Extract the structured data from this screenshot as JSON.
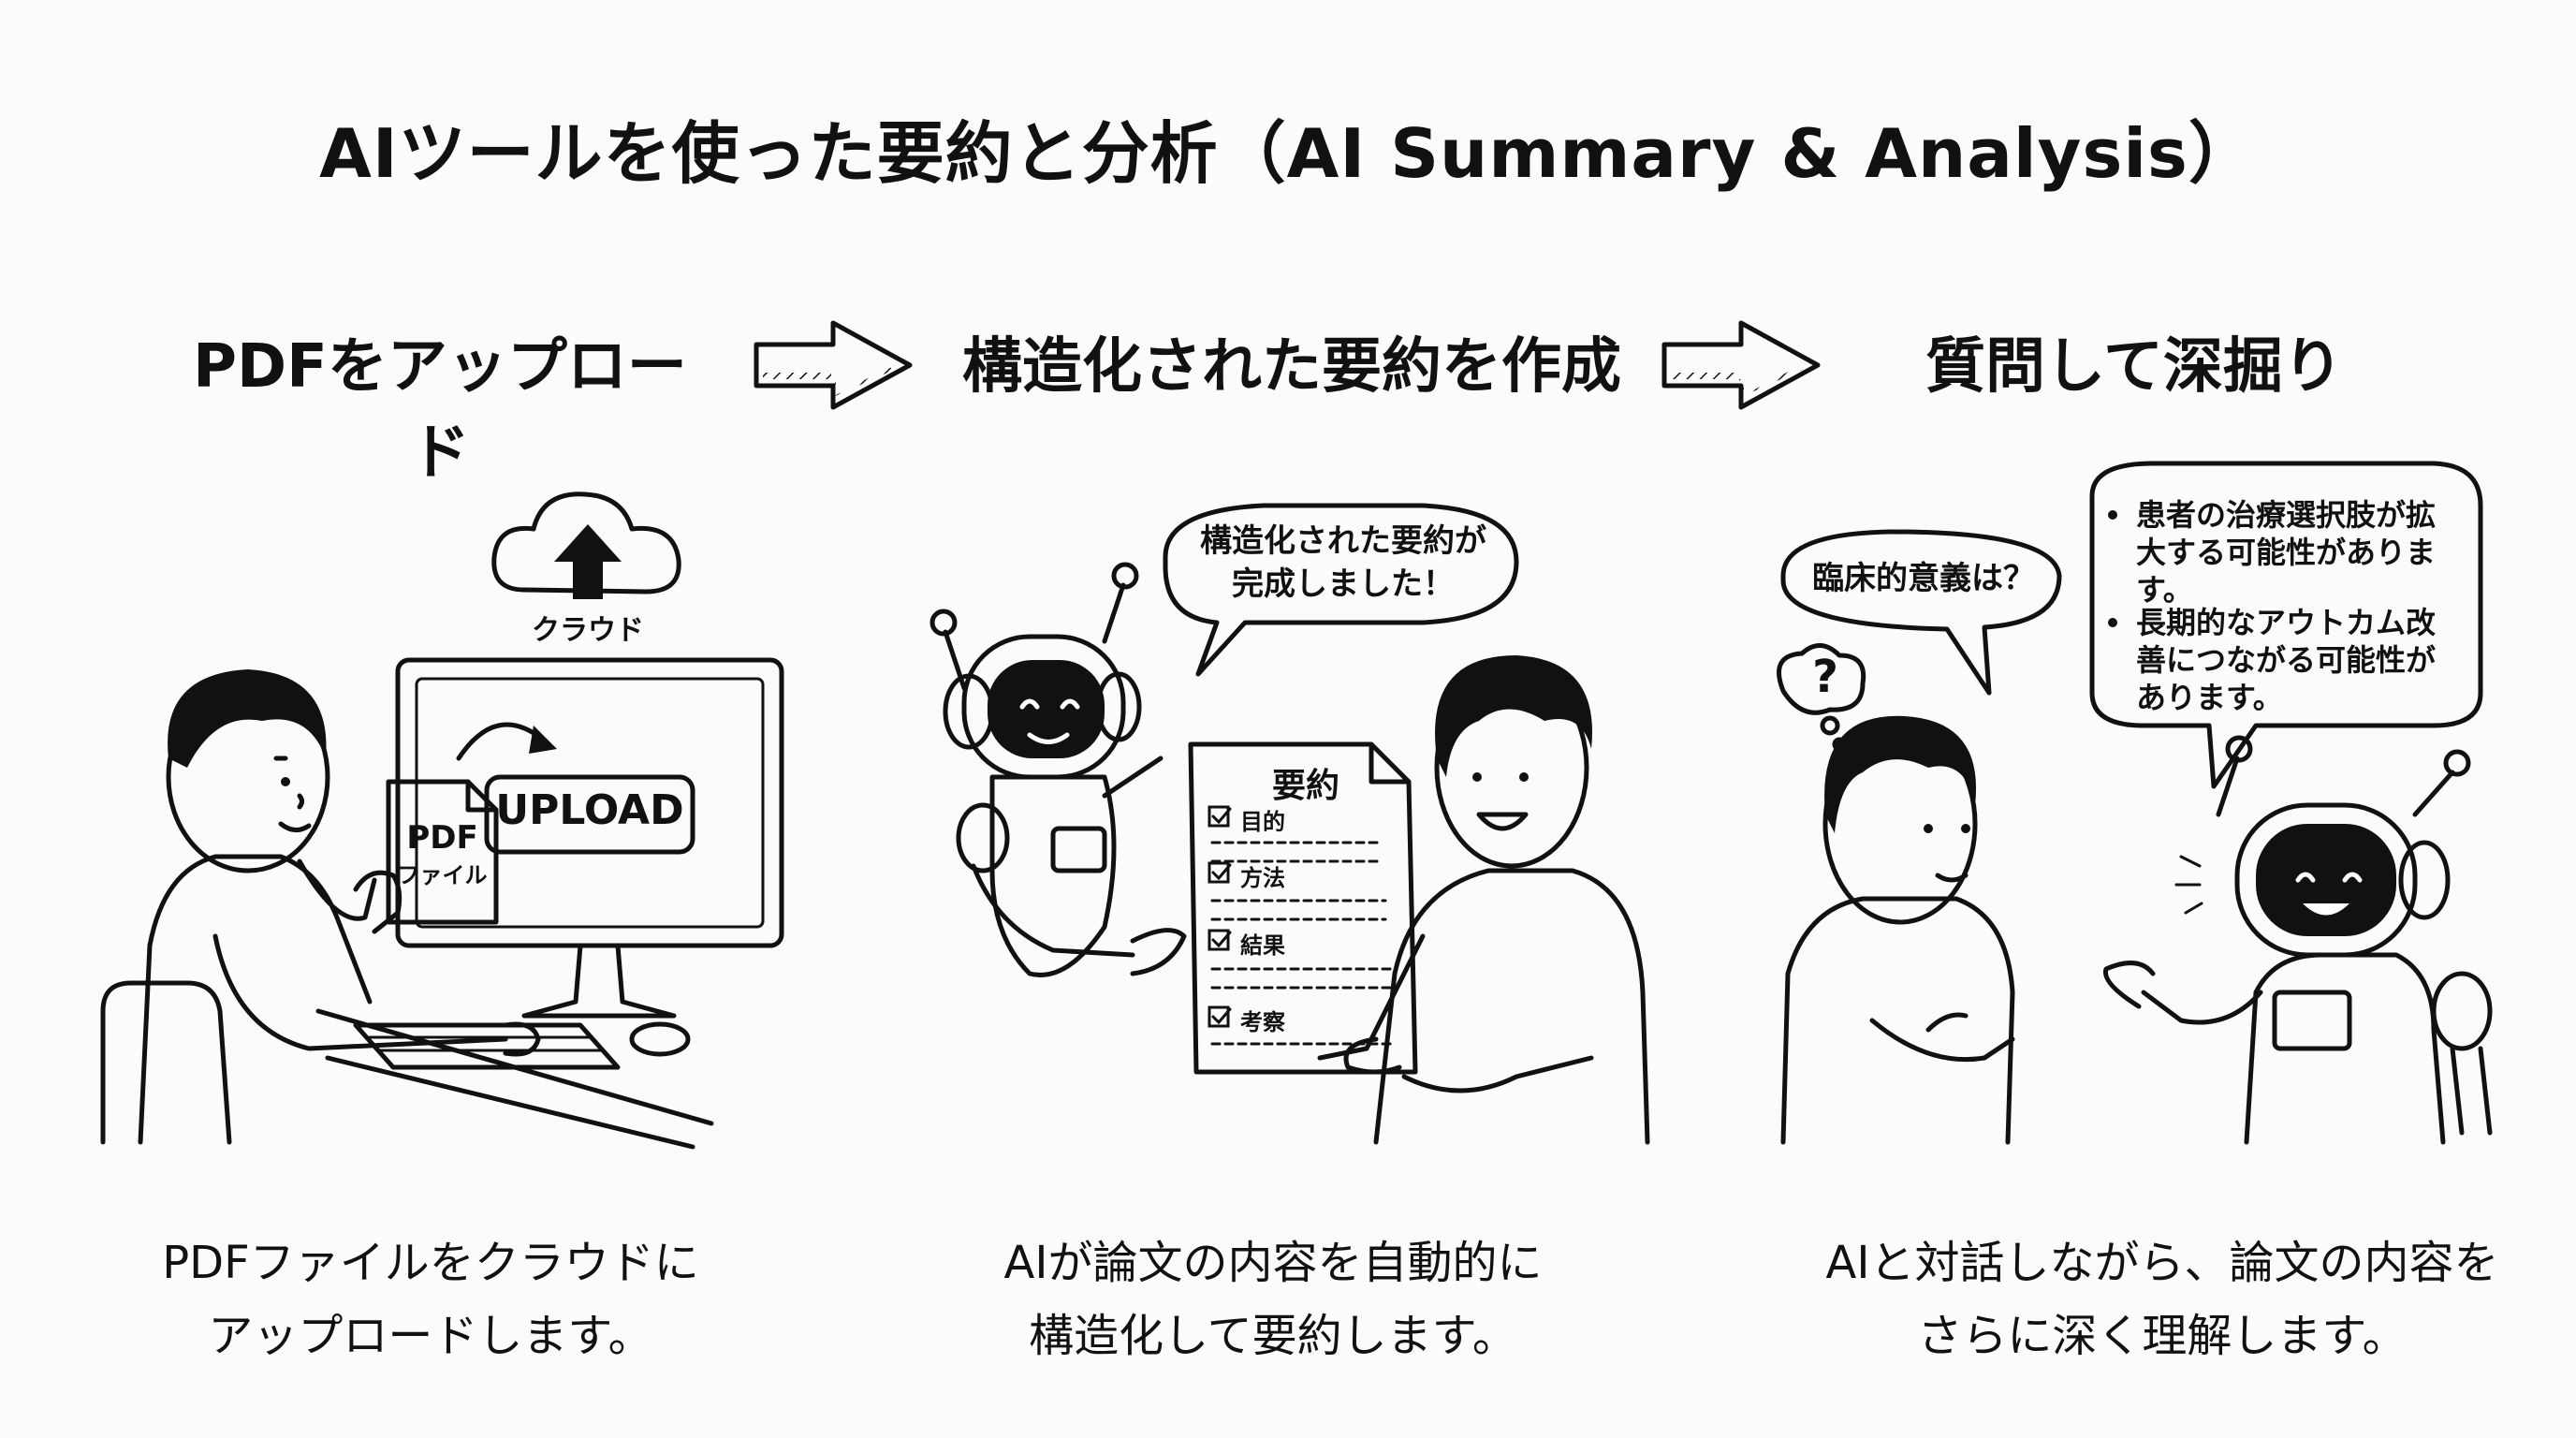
{
  "title": "AIツールを使った要約と分析（AI Summary & Analysis）",
  "steps": [
    {
      "heading": "PDFをアップロード",
      "caption_line1": "PDFファイルをクラウドに",
      "caption_line2": "アップロードします。",
      "cloud_label": "クラウド",
      "screen_button": "UPLOAD",
      "pdf_label": "PDF",
      "pdf_sublabel": "ファイル"
    },
    {
      "heading": "構造化された要約を作成",
      "caption_line1": "AIが論文の内容を自動的に",
      "caption_line2": "構造化して要約します。",
      "bubble_line1": "構造化された要約が",
      "bubble_line2": "完成しました！",
      "doc_title": "要約",
      "doc_items": [
        "目的",
        "方法",
        "結果",
        "考察"
      ]
    },
    {
      "heading": "質問して深掘り",
      "caption_line1": "AIと対話しながら、論文の内容を",
      "caption_line2": "さらに深く理解します。",
      "question_bubble": "臨床的意義は？",
      "thought_mark": "?",
      "answer_items": [
        {
          "line1": "患者の治療選択肢が拡",
          "line2": "大する可能性がありま",
          "line3": "す。"
        },
        {
          "line1": "長期的なアウトカム改",
          "line2": "善につながる可能性が",
          "line3": "あります。"
        }
      ]
    }
  ],
  "colors": {
    "ink": "#111111",
    "paper": "#fbfbf9"
  }
}
